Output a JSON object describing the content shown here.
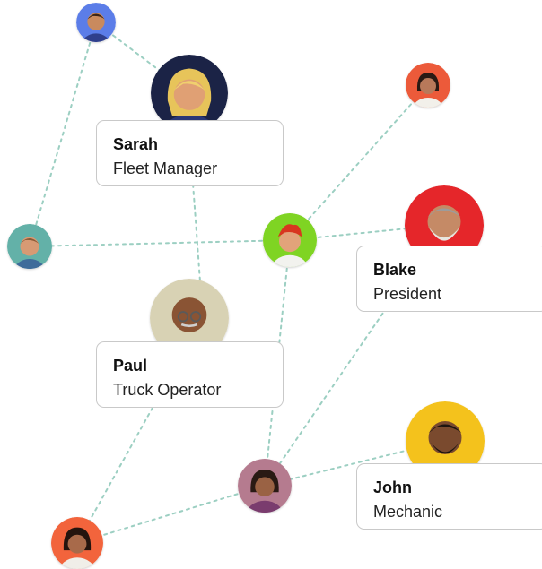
{
  "people": [
    {
      "id": "sarah",
      "name": "Sarah",
      "role": "Fleet Manager",
      "avatar_bg": "#1b2346"
    },
    {
      "id": "blake",
      "name": "Blake",
      "role": "President",
      "avatar_bg": "#e5262a"
    },
    {
      "id": "paul",
      "name": "Paul",
      "role": "Truck Operator",
      "avatar_bg": "#d8d2b4"
    },
    {
      "id": "john",
      "name": "John",
      "role": "Mechanic",
      "avatar_bg": "#f4c21c"
    }
  ],
  "unlabeled_avatar_colors": {
    "top_blue": "#5b7de8",
    "top_red": "#ec5a3a",
    "left_teal": "#63b1a8",
    "mid_green": "#7fd423",
    "bottom_purple": "#b57b8f",
    "bottom_orange": "#f2643c"
  },
  "connector_color": "#9ccfc2"
}
